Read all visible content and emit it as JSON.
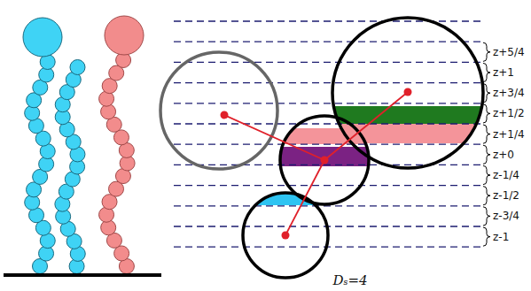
{
  "diagram": {
    "caption": "Dₛ=4",
    "labels": [
      "z+5/4",
      "z+1",
      "z+3/4",
      "z+1/2",
      "z+1/4",
      "z+0",
      "z-1/4",
      "z-1/2",
      "z-3/4",
      "z-1"
    ]
  }
}
